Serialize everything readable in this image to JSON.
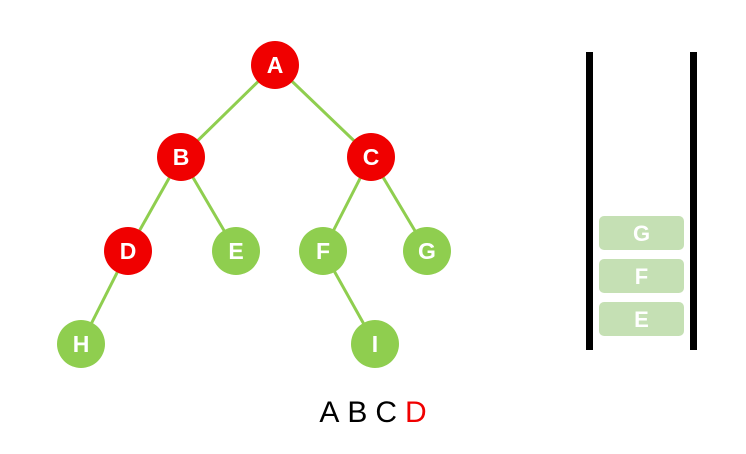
{
  "colors": {
    "visited": "#f00000",
    "unvisited": "#8fce4f",
    "edge": "#8fce4f",
    "stack_item": "#c5e0b4",
    "stack_wall": "#000000",
    "sequence_text": "#000000",
    "sequence_current": "#f00000"
  },
  "tree": {
    "nodes": [
      {
        "id": "A",
        "label": "A",
        "state": "visited"
      },
      {
        "id": "B",
        "label": "B",
        "state": "visited"
      },
      {
        "id": "C",
        "label": "C",
        "state": "visited"
      },
      {
        "id": "D",
        "label": "D",
        "state": "visited"
      },
      {
        "id": "E",
        "label": "E",
        "state": "unvisited"
      },
      {
        "id": "F",
        "label": "F",
        "state": "unvisited"
      },
      {
        "id": "G",
        "label": "G",
        "state": "unvisited"
      },
      {
        "id": "H",
        "label": "H",
        "state": "unvisited"
      },
      {
        "id": "I",
        "label": "I",
        "state": "unvisited"
      }
    ],
    "edges": [
      [
        "A",
        "B"
      ],
      [
        "A",
        "C"
      ],
      [
        "B",
        "D"
      ],
      [
        "B",
        "E"
      ],
      [
        "C",
        "F"
      ],
      [
        "C",
        "G"
      ],
      [
        "D",
        "H"
      ],
      [
        "F",
        "I"
      ]
    ]
  },
  "stack": {
    "items_top_to_bottom": [
      "G",
      "F",
      "E"
    ]
  },
  "sequence": {
    "items": [
      {
        "label": "A",
        "current": false
      },
      {
        "label": "B",
        "current": false
      },
      {
        "label": "C",
        "current": false
      },
      {
        "label": "D",
        "current": true
      }
    ]
  }
}
